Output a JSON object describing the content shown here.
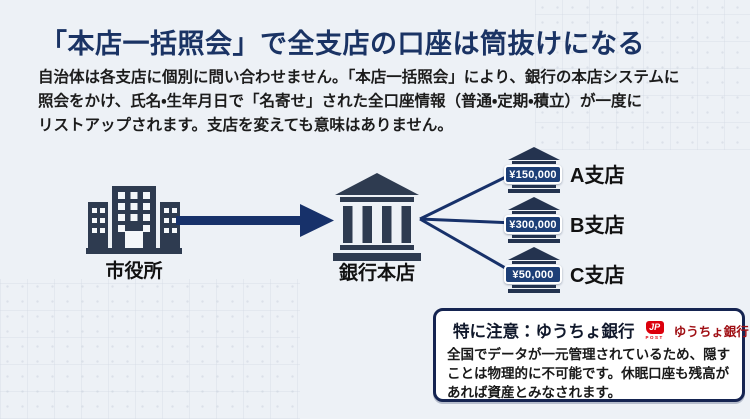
{
  "title": "「本店一括照会」で全支店の口座は筒抜けになる",
  "intro": {
    "lines": [
      "自治体は各支店に個別に問い合わせません。「本店一括照会」により、銀行の本店システムに",
      "照会をかけ、氏名・生年月日で「名寄せ」された全口座情報（普通・定期・積立）が一度に",
      "リストアップされます。支店を変えても意味はありません。"
    ]
  },
  "diagram": {
    "city_hall_label": "市役所",
    "head_office_label": "銀行本店",
    "branches": [
      {
        "amount": "¥150,000",
        "label": "A支店"
      },
      {
        "amount": "¥300,000",
        "label": "B支店"
      },
      {
        "amount": "¥50,000",
        "label": "C支店"
      }
    ]
  },
  "warning": {
    "title": "特に注意：ゆうちょ銀行",
    "logo": {
      "jp": "JP",
      "post": "POST",
      "bank_name": "ゆうちょ銀行"
    },
    "lines": [
      "全国でデータが一元管理されているため、隠す",
      "ことは物理的に不可能です。休眠口座も残高が",
      "あれば資産とみなされます。"
    ]
  },
  "colors": {
    "background": "#edf1f6",
    "title_navy": "#1a3364",
    "arrow_navy": "#17316a",
    "building_slate": "#2e3b50",
    "mini_bank_navy": "#24334f",
    "badge_navy": "#1d3f77",
    "warning_border_navy": "#152451",
    "warning_triangle_yellow": "#f7b500",
    "jp_red": "#dc000c",
    "jp_dark_red": "#a01015",
    "body_text": "#1c1c1c"
  }
}
